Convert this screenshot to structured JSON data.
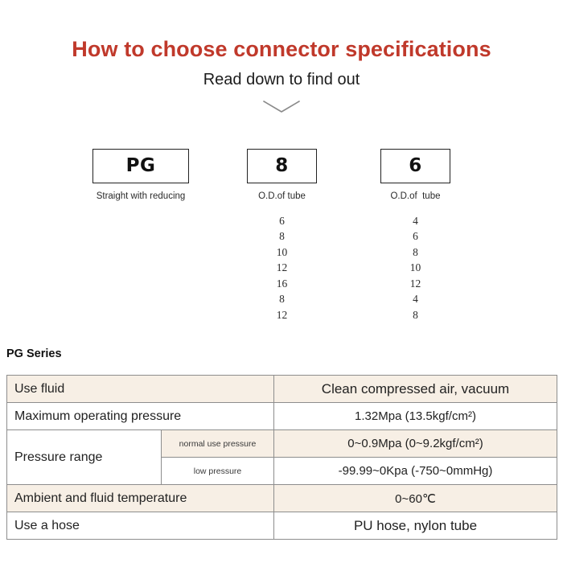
{
  "header": {
    "title": "How to choose connector specifications",
    "subtitle": "Read down to find out",
    "chevron_icon": "chevron-down-icon",
    "title_color": "#c0392b"
  },
  "selector": {
    "columns": [
      {
        "id": "pg",
        "code": "PG",
        "caption": "Straight with reducing",
        "options": []
      },
      {
        "id": "size1",
        "code": "8",
        "caption": "O.D.of tube",
        "options": [
          "6",
          "8",
          "10",
          "12",
          "16",
          "8",
          "12"
        ]
      },
      {
        "id": "size2",
        "code": "6",
        "caption": "O.D.of  tube",
        "options": [
          "4",
          "6",
          "8",
          "10",
          "12",
          "4",
          "8"
        ]
      }
    ]
  },
  "series": {
    "heading": "PG Series",
    "rows": [
      {
        "type": "simple",
        "label": "Use fluid",
        "value": "Clean compressed air, vacuum",
        "shaded": true,
        "value_size": "big"
      },
      {
        "type": "simple",
        "label": "Maximum operating pressure",
        "value": "1.32Mpa  (13.5kgf/cm²)",
        "shaded": false,
        "value_size": "normal"
      },
      {
        "type": "grouped",
        "label": "Pressure range",
        "subrows": [
          {
            "sublabel": "normal use pressure",
            "value": "0~0.9Mpa  (0~9.2kgf/cm²)",
            "shaded": true
          },
          {
            "sublabel": "low pressure",
            "value": "-99.99~0Kpa  (-750~0mmHg)",
            "shaded": false
          }
        ]
      },
      {
        "type": "simple",
        "label": "Ambient and fluid temperature",
        "value": "0~60℃",
        "shaded": true,
        "value_size": "normal"
      },
      {
        "type": "simple",
        "label": "Use a hose",
        "value": "PU hose, nylon tube",
        "shaded": false,
        "value_size": "big"
      }
    ],
    "shade_color": "#f7efe5"
  }
}
